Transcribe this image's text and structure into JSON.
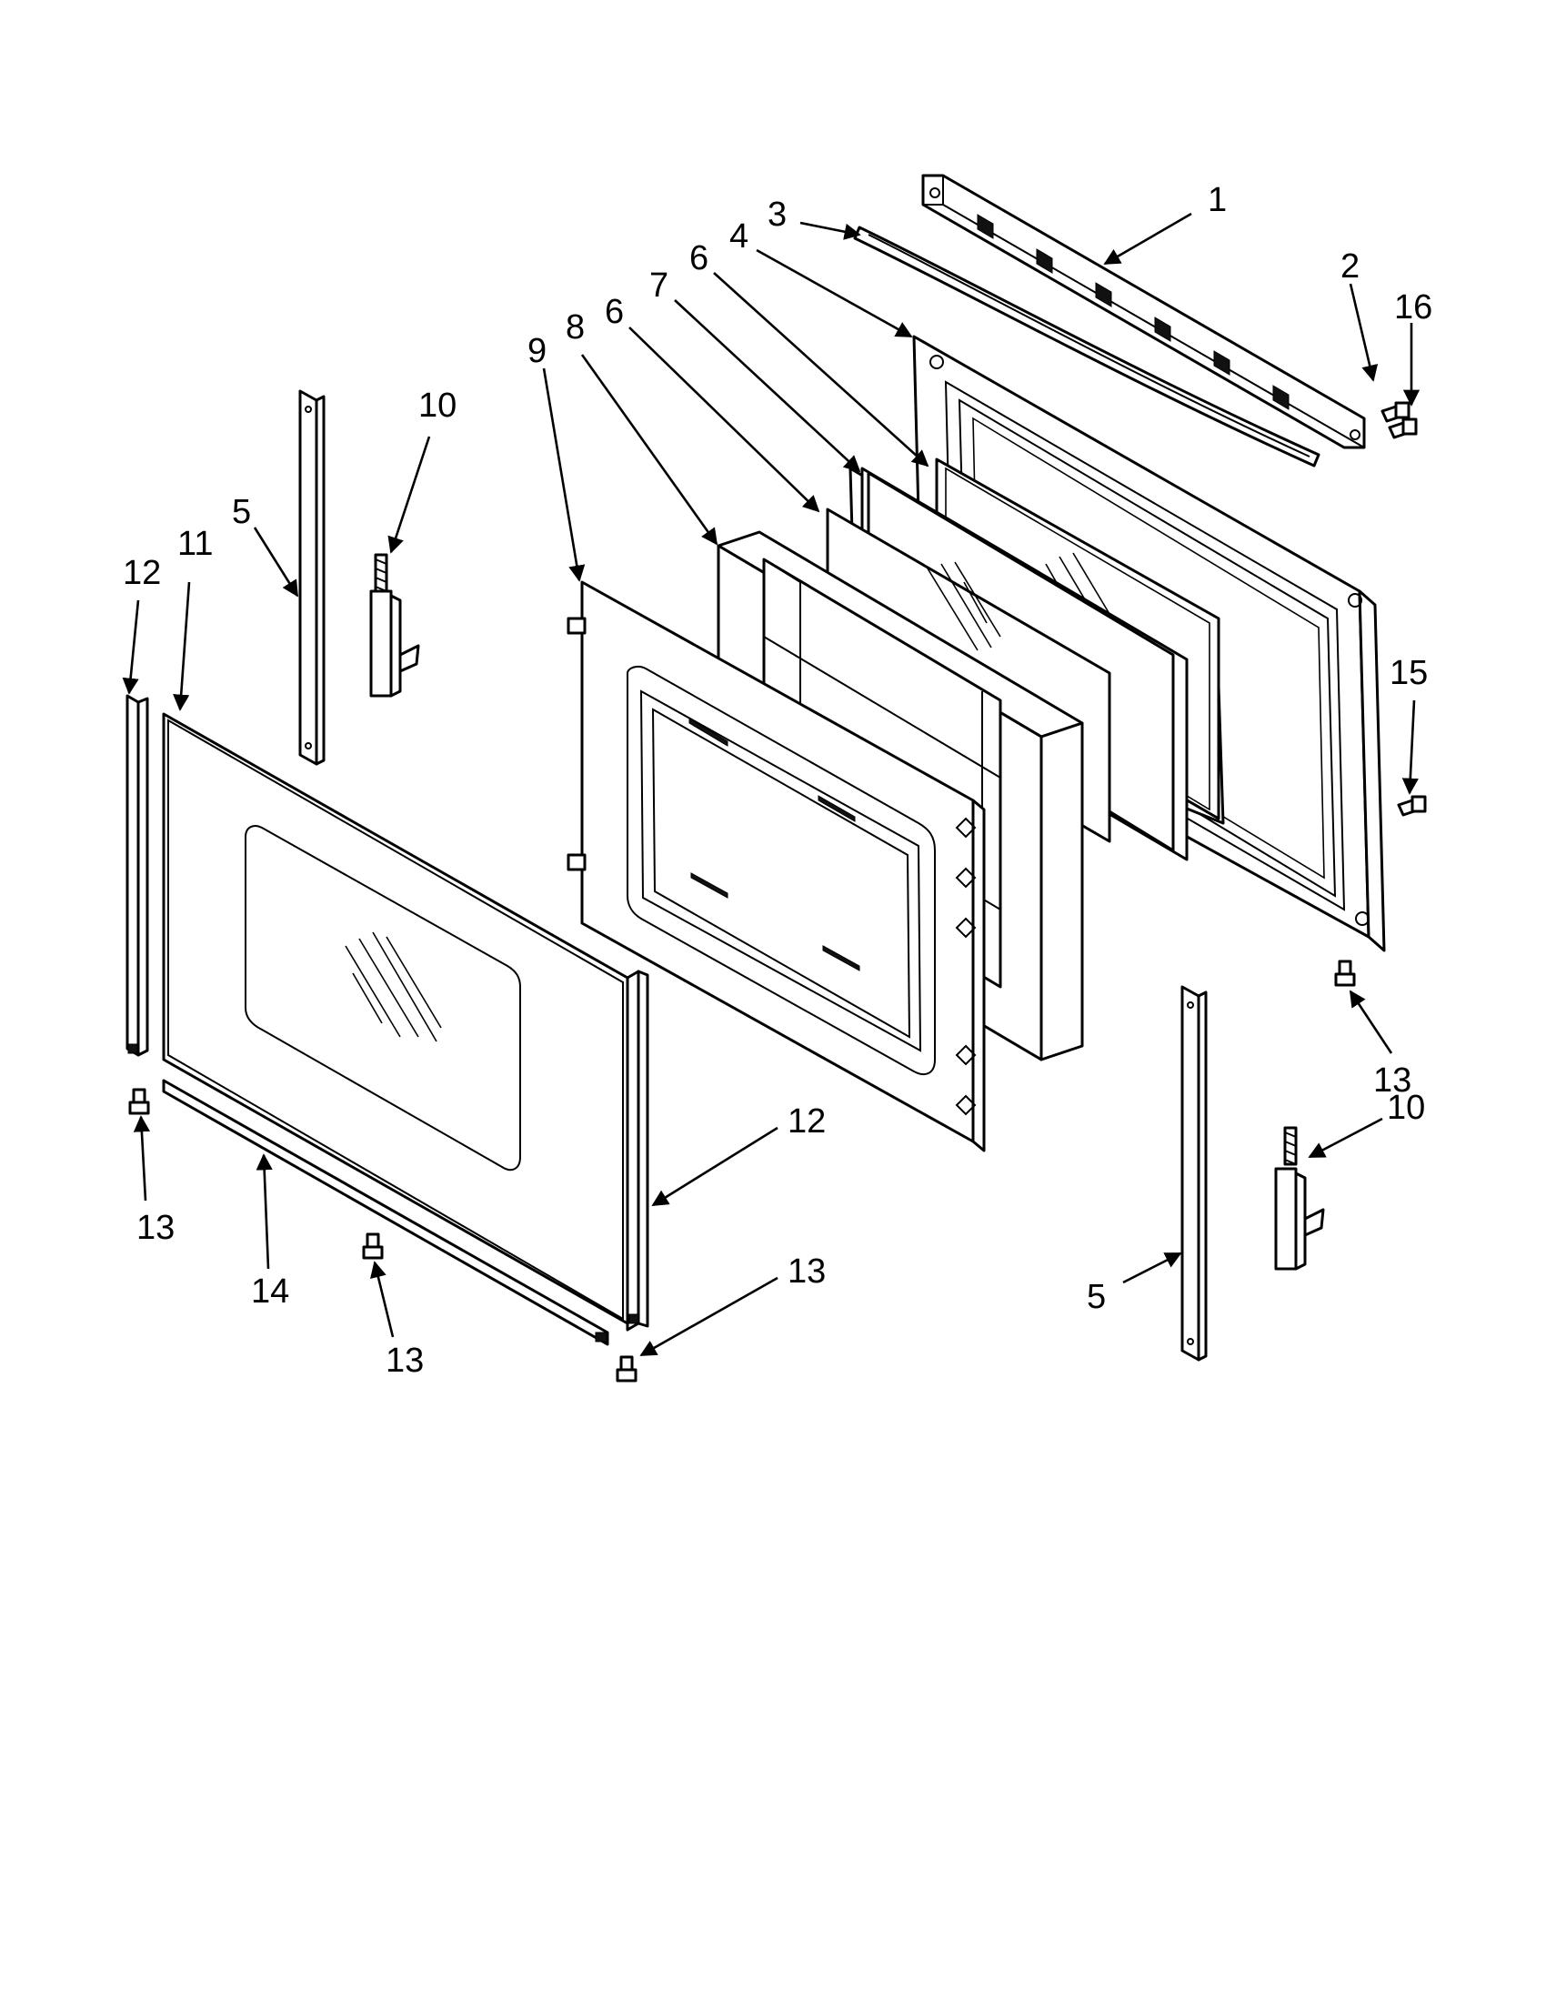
{
  "diagram": {
    "callouts": [
      "1",
      "2",
      "3",
      "4",
      "6",
      "7",
      "6",
      "8",
      "9",
      "16",
      "10",
      "5",
      "12",
      "11",
      "15",
      "13",
      "10",
      "12",
      "13",
      "14",
      "13",
      "5",
      "13"
    ],
    "parts": [
      "control-panel-trim",
      "screw",
      "door-handle",
      "outer-door-frame",
      "door-glass-gasket",
      "inner-door-glass",
      "door-glass-gasket",
      "insulation-pack",
      "inner-door-liner",
      "hinge-cover",
      "door-hinge",
      "door-channel",
      "outer-door-glass-panel",
      "end-cap",
      "screw",
      "door-trim-bottom"
    ]
  }
}
